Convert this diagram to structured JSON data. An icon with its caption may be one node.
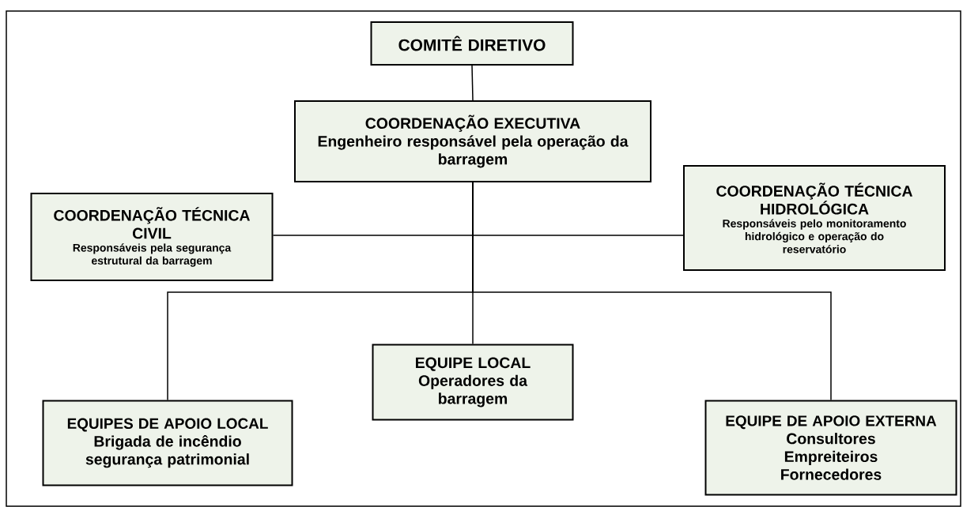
{
  "diagram": {
    "nodes": [
      {
        "text": [
          "COMITÊ DIRETIVO"
        ]
      },
      {
        "text": [
          "COORDENAÇÃO EXECUTIVA",
          "Engenheiro responsável pela operação da barragem"
        ]
      },
      {
        "text": [
          "COORDENAÇÃO TÉCNICA CIVIL",
          "Responsáveis pela segurança estrutural da barragem"
        ]
      },
      {
        "text": [
          "COORDENAÇÃO TÉCNICA HIDROLÓGICA",
          "Responsáveis pelo monitoramento hidrológico e operação do reservatório"
        ]
      },
      {
        "text": [
          "EQUIPES DE APOIO LOCAL",
          "Brigada de incêndio",
          "segurança patrimonial"
        ]
      },
      {
        "text": [
          "EQUIPE LOCAL",
          "Operadores da barragem"
        ]
      },
      {
        "text": [
          "EQUIPE DE APOIO EXTERNA",
          "Consultores",
          "Empreiteiros",
          "Fornecedores"
        ]
      }
    ],
    "edges": [
      {
        "from": 0,
        "to": 1,
        "arrow": "none"
      },
      {
        "from": 1,
        "to": 2,
        "arrow": "none"
      },
      {
        "from": 1,
        "to": 3,
        "arrow": "none"
      },
      {
        "from": 1,
        "to": 4,
        "arrow": "none"
      },
      {
        "from": 1,
        "to": 5,
        "arrow": "none"
      },
      {
        "from": 1,
        "to": 6,
        "arrow": "none"
      }
    ]
  }
}
